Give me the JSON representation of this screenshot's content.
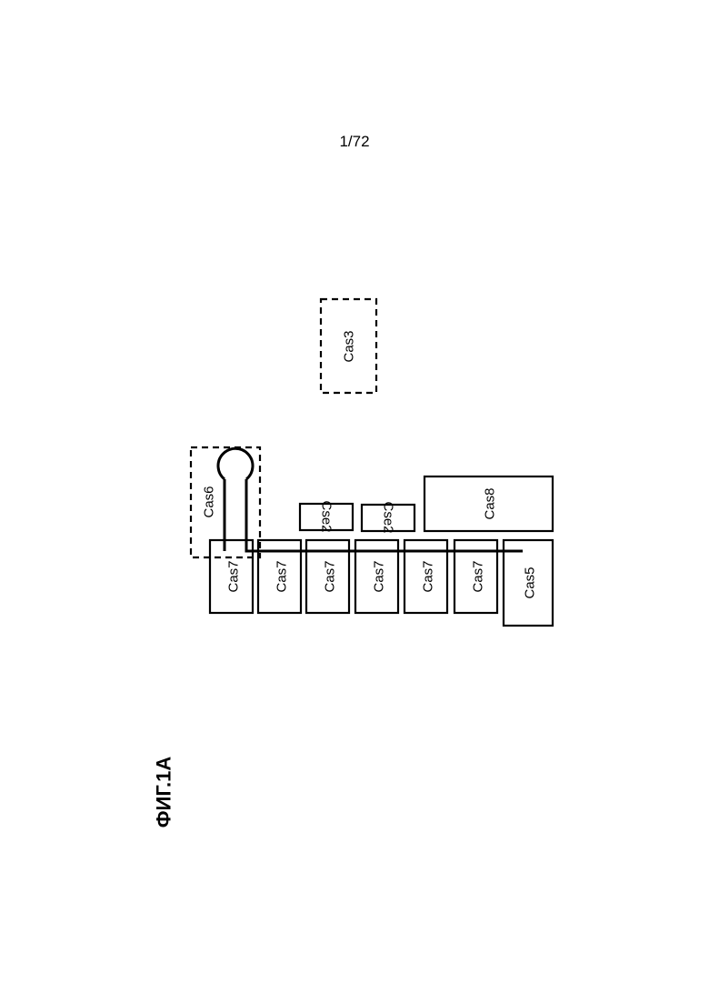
{
  "page": {
    "number": "1/72"
  },
  "figure": {
    "label": "ФИГ.1А"
  },
  "components": {
    "cas3": "Cas3",
    "cas6": "Cas6",
    "cas8": "Cas8",
    "cas5": "Cas5",
    "cse2": [
      "Cse2",
      "Cse2"
    ],
    "cas7": [
      "Cas7",
      "Cas7",
      "Cas7",
      "Cas7",
      "Cas7",
      "Cas7"
    ]
  }
}
